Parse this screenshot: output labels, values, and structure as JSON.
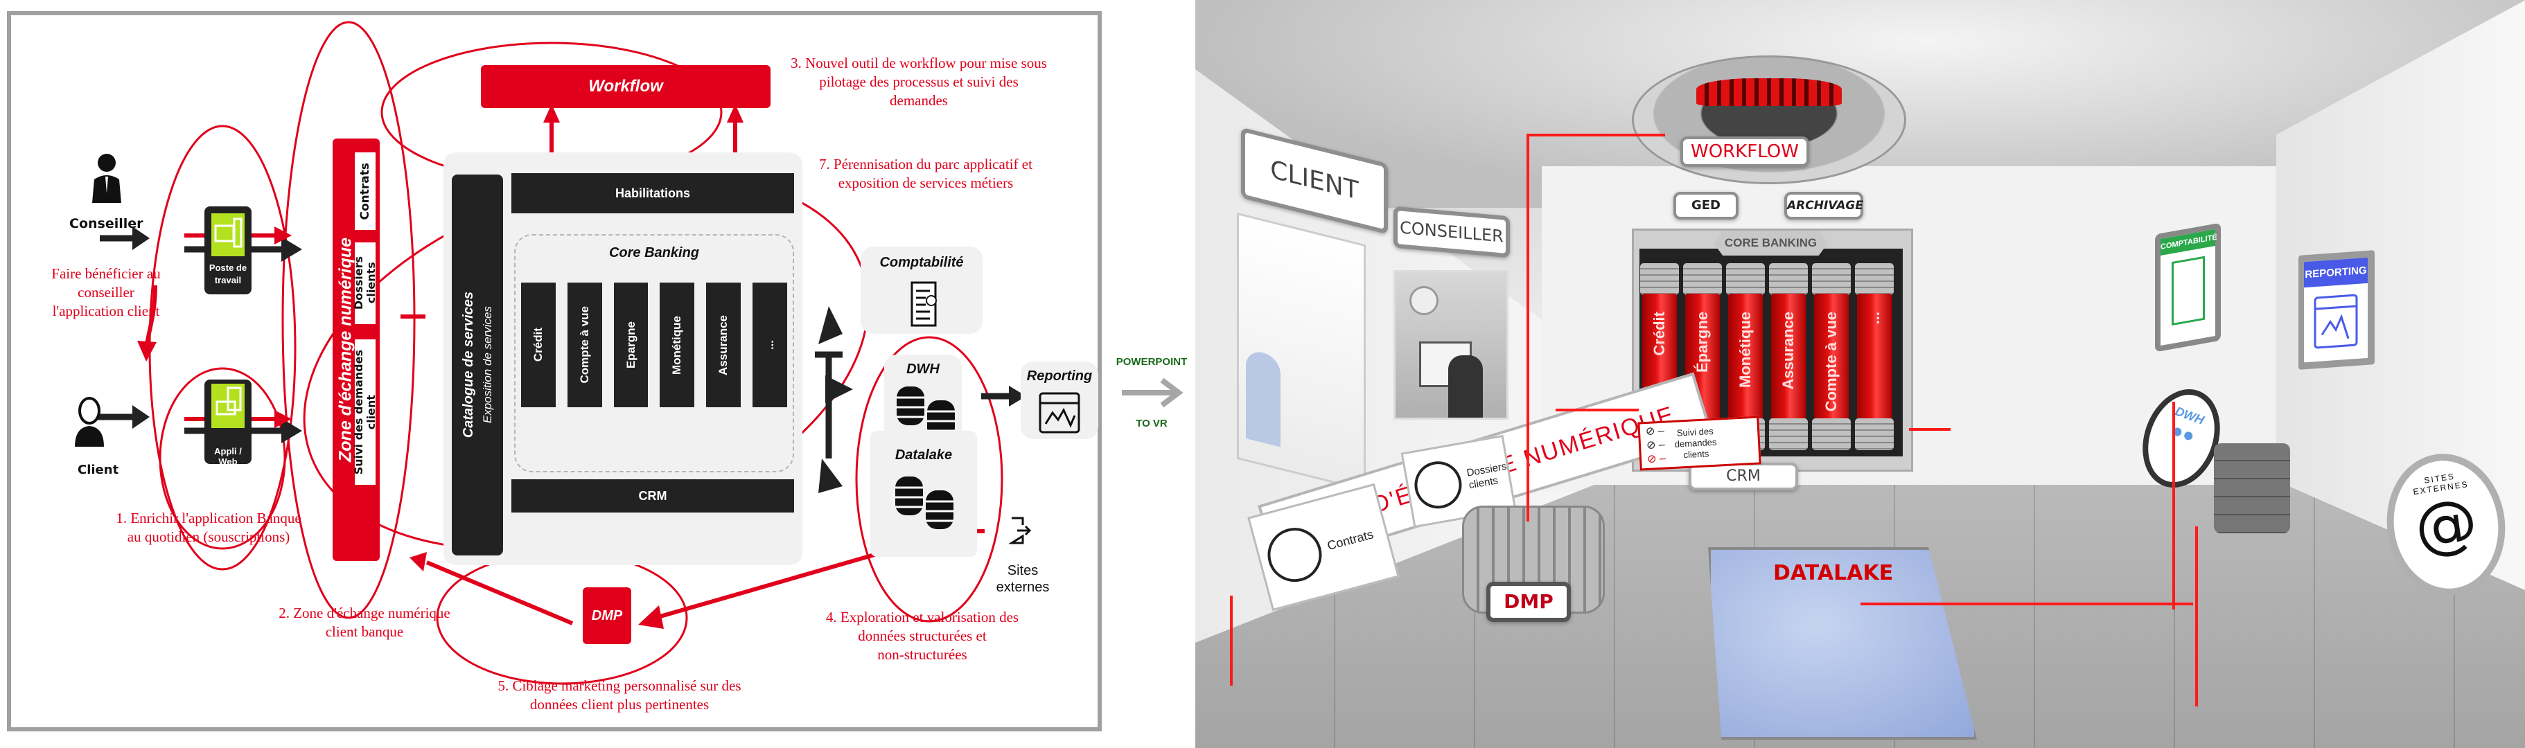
{
  "diagram": {
    "actors": {
      "conseiller": "Conseiller",
      "client": "Client"
    },
    "devices": {
      "poste": "Poste de travail",
      "poste_line1": "Poste de",
      "poste_line2": "travail",
      "appli": "Appli / Web"
    },
    "zone": {
      "title": "Zone d'échange numérique",
      "items": [
        "Contrats",
        "Dossiers clients",
        "Suivi des demandes client"
      ],
      "item_lines": [
        [
          "Contrats"
        ],
        [
          "Dossiers",
          "clients"
        ],
        [
          "Suivi des demandes",
          "client"
        ]
      ]
    },
    "catalogue": {
      "title": "Catalogue de services",
      "subtitle": "Exposition de services"
    },
    "habilitations": "Habilitations",
    "core_banking": {
      "title": "Core Banking",
      "modules": [
        "Crédit",
        "Compte à vue",
        "Epargne",
        "Monétique",
        "Assurance",
        "..."
      ]
    },
    "crm": "CRM",
    "workflow": "Workflow",
    "dmp": "DMP",
    "comptabilite": "Comptabilité",
    "dwh": "DWH",
    "datalake": "Datalake",
    "reporting": "Reporting",
    "sites_externes": [
      "Sites",
      "externes"
    ],
    "annotations": {
      "faire": [
        "Faire bénéficier au",
        "conseiller",
        "l'application client"
      ],
      "a1": [
        "1. Enrichir l'application Banque",
        "au quotidien (souscriptions)"
      ],
      "a2": [
        "2. Zone d'échange numérique",
        "client banque"
      ],
      "a3": [
        "3. Nouvel outil de workflow pour mise sous",
        "pilotage des processus et suivi des",
        "demandes"
      ],
      "a4": [
        "4. Exploration et valorisation des",
        "données structurées et",
        "non-structurées"
      ],
      "a5": [
        "5. Ciblage marketing personnalisé sur des",
        "données client plus pertinentes"
      ],
      "a7": [
        "7. Pérennisation du parc applicatif  et",
        "exposition de services métiers"
      ]
    },
    "colors": {
      "accent_red": "#e0001b",
      "dark": "#222222",
      "panel_grey": "#f1f1f1",
      "device_green": "#b3e01f"
    }
  },
  "transition": {
    "top": "POWERPOINT",
    "bottom": "TO VR",
    "color": "#1a6b1a"
  },
  "vr": {
    "signs": {
      "client": "CLIENT",
      "conseiller": "CONSEILLER",
      "workflow": "WORKFLOW",
      "ged": "GED",
      "archivage": "ARCHIVAGE",
      "core_banking": "CORE BANKING",
      "crm": "CRM",
      "comptabilite": "COMPTABILITÉ",
      "reporting": "REPORTING",
      "dwh": "DWH",
      "sites_externes": "SITES EXTERNES",
      "datalake": "DATALAKE",
      "dmp": "DMP",
      "zone": "ZONE D'ÉCHANGE NUMÉRIQUE",
      "contrats": "Contrats",
      "dossiers": [
        "Dossiers",
        "clients"
      ],
      "suivi": [
        "Suivi des",
        "demandes",
        "clients"
      ]
    },
    "tubes": [
      "Crédit",
      "Épargne",
      "Monétique",
      "Assurance",
      "Compte à vue",
      "..."
    ],
    "colors": {
      "line_red": "#ff1a1a",
      "reporting_blue": "#4a5ae8",
      "compta_green": "#2aa84a",
      "dwh_blue": "#5a9ae0"
    }
  }
}
